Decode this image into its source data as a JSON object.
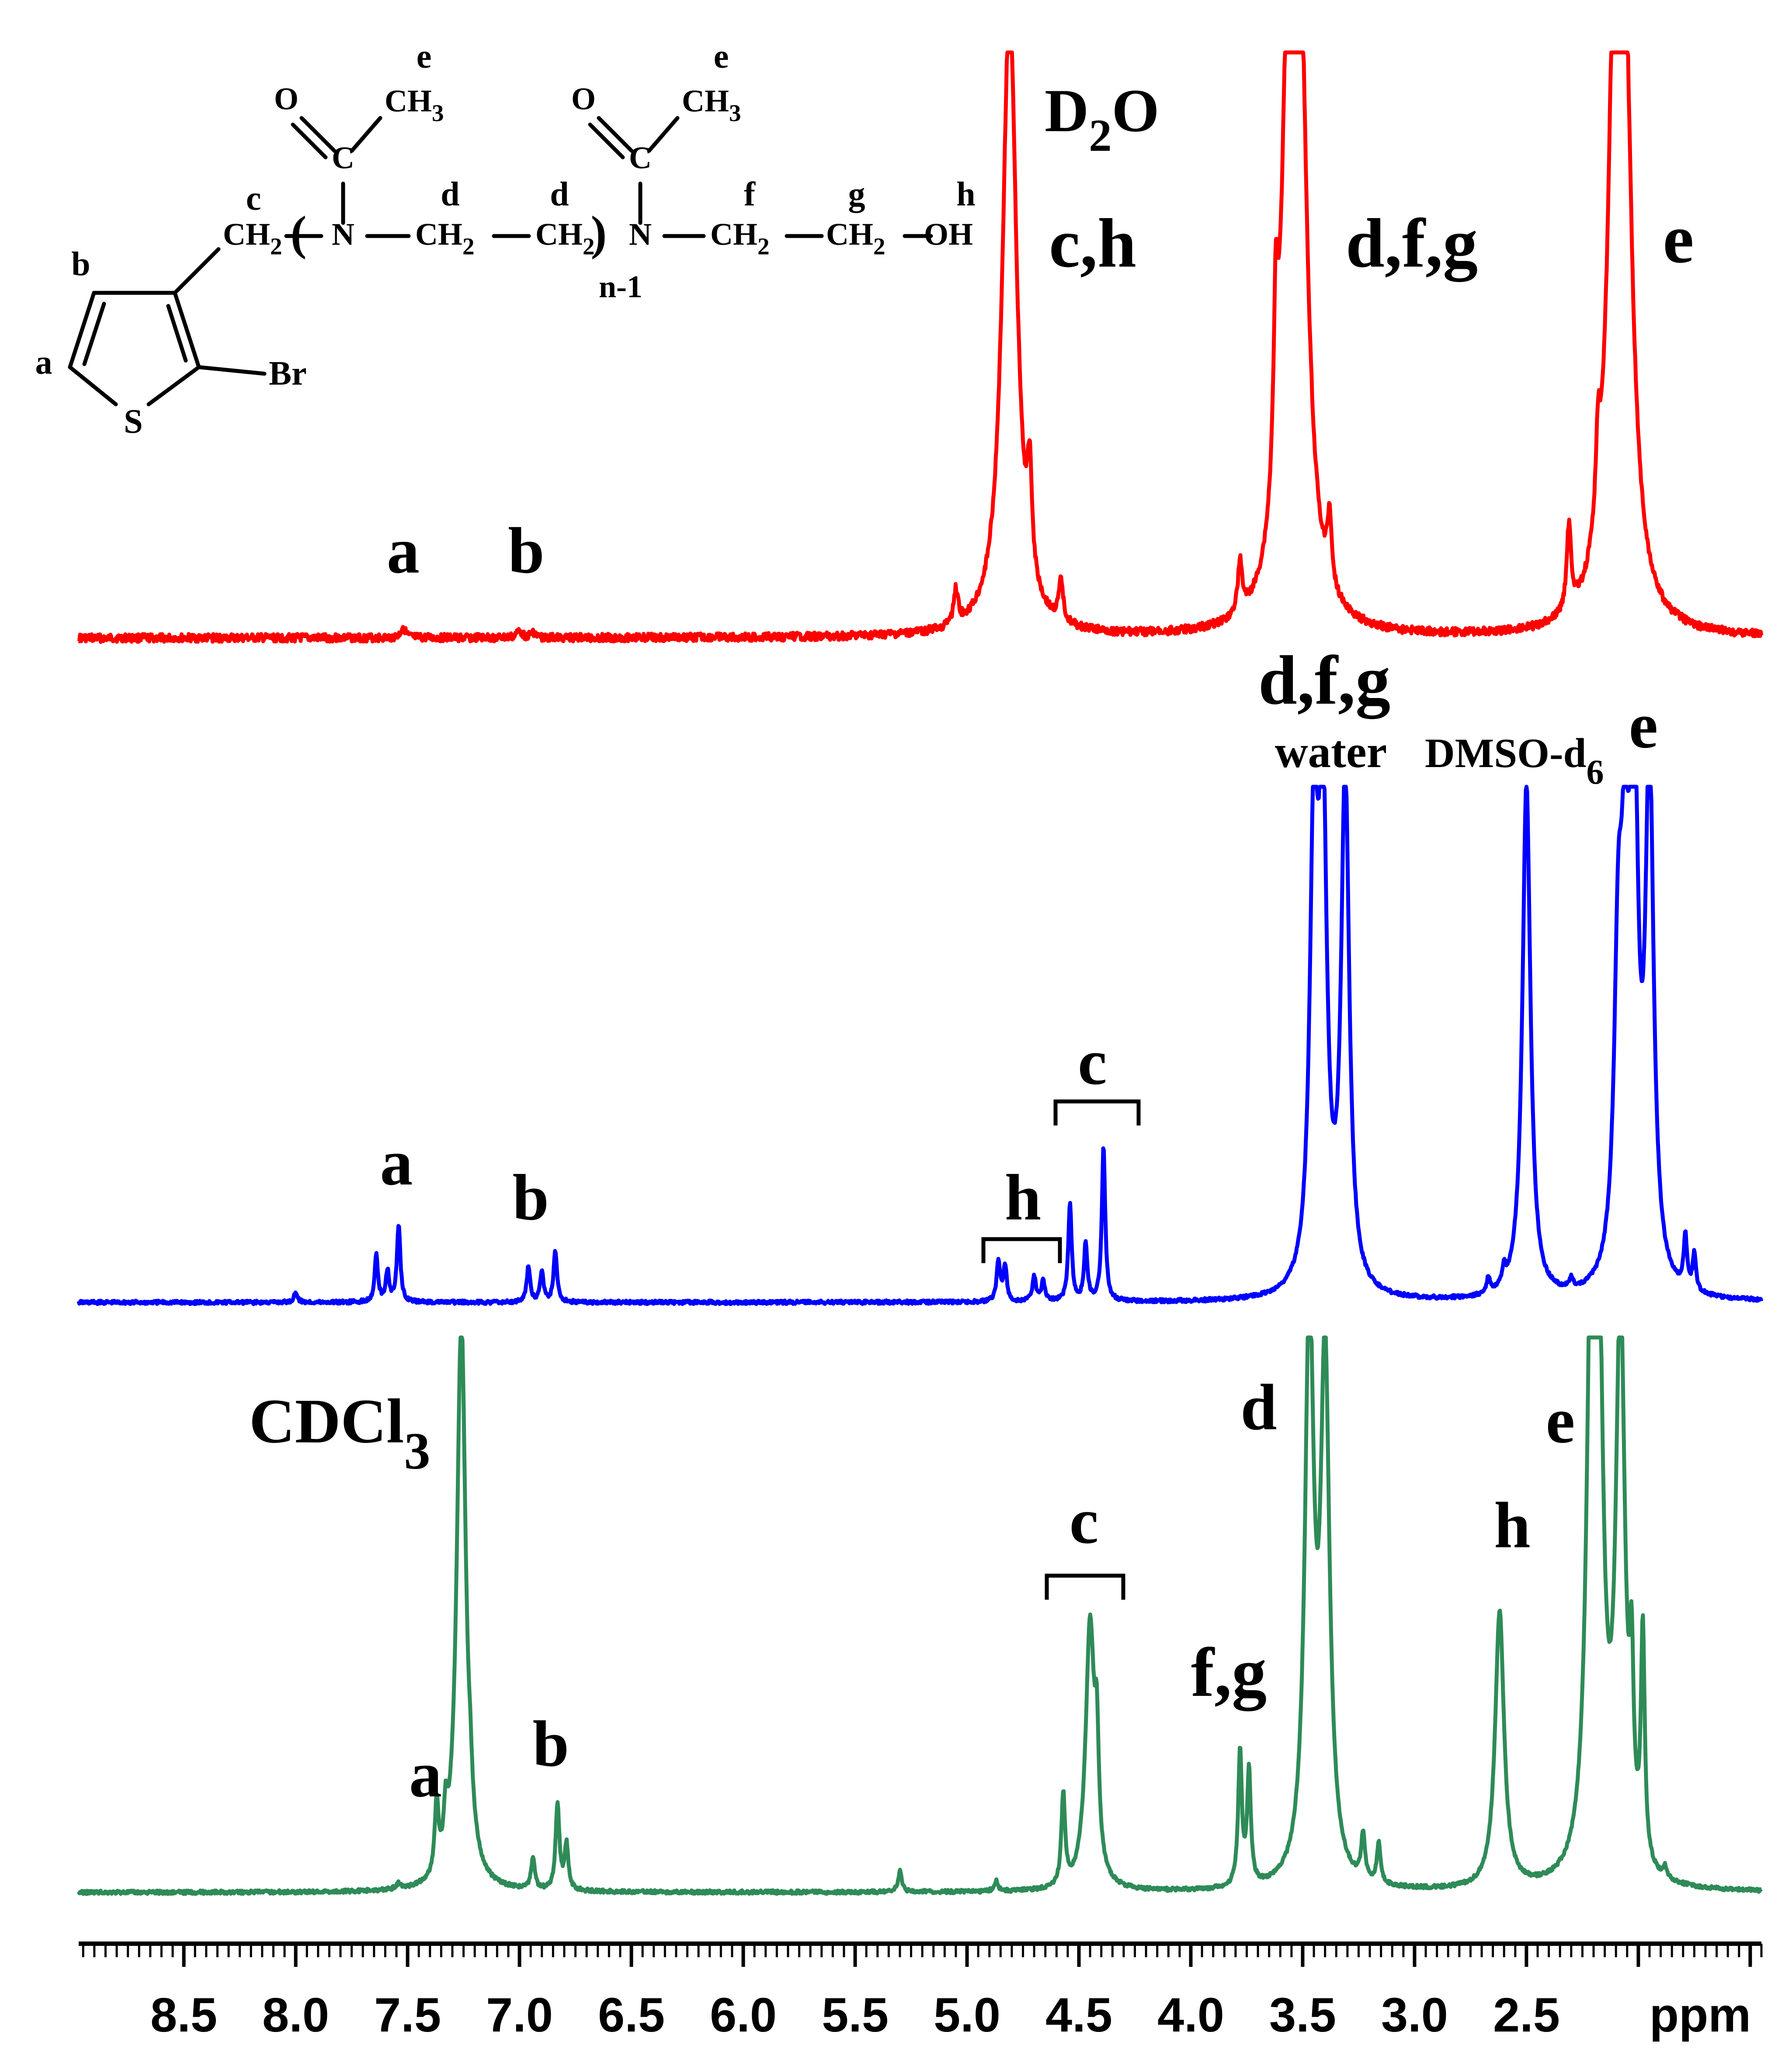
{
  "chart_data": {
    "type": "line",
    "title": "",
    "xlabel": "ppm",
    "ylabel": "",
    "x_axis": {
      "reversed": true,
      "xlim": [
        8.97,
        1.45
      ],
      "ticks": [
        8.5,
        8.0,
        7.5,
        7.0,
        6.5,
        6.0,
        5.5,
        5.0,
        4.5,
        4.0,
        3.5,
        3.0,
        2.5
      ],
      "tick_labels": [
        "8.5",
        "8.0",
        "7.5",
        "7.0",
        "6.5",
        "6.0",
        "5.5",
        "5.0",
        "4.5",
        "4.0",
        "3.5",
        "3.0",
        "2.5"
      ],
      "unit_label": "ppm"
    },
    "grid": false,
    "legend": "none",
    "series": [
      {
        "color": "#ff0000",
        "solvent_label": "D2O",
        "peaks": [
          {
            "x": 7.52,
            "h": 0.02
          },
          {
            "x": 7.0,
            "h": 0.015
          },
          {
            "x": 6.94,
            "h": 0.01
          },
          {
            "x": 5.05,
            "h": 0.06
          },
          {
            "x": 4.81,
            "h": 1.12
          },
          {
            "x": 4.72,
            "h": 0.18
          },
          {
            "x": 4.58,
            "h": 0.07
          },
          {
            "x": 3.78,
            "h": 0.09
          },
          {
            "x": 3.62,
            "h": 0.3
          },
          {
            "x": 3.56,
            "h": 1.05
          },
          {
            "x": 3.51,
            "h": 0.85
          },
          {
            "x": 3.38,
            "h": 0.12
          },
          {
            "x": 2.31,
            "h": 0.15
          },
          {
            "x": 2.18,
            "h": 0.15
          },
          {
            "x": 2.1,
            "h": 1.1
          },
          {
            "x": 2.06,
            "h": 0.75
          }
        ],
        "annotations": [
          {
            "text": "a",
            "x": 7.52
          },
          {
            "text": "b",
            "x": 6.97
          },
          {
            "text": "c,h",
            "x": 4.61
          },
          {
            "text": "d,f,g",
            "x": 3.15
          },
          {
            "text": "e",
            "x": 1.95
          }
        ]
      },
      {
        "color": "#0000ff",
        "solvent_label": "DMSO-d",
        "solvent_subscript": "6",
        "water_label": "water",
        "peaks": [
          {
            "x": 8.0,
            "h": 0.02
          },
          {
            "x": 7.64,
            "h": 0.09
          },
          {
            "x": 7.59,
            "h": 0.06
          },
          {
            "x": 7.54,
            "h": 0.15
          },
          {
            "x": 6.96,
            "h": 0.07
          },
          {
            "x": 6.9,
            "h": 0.06
          },
          {
            "x": 6.84,
            "h": 0.1
          },
          {
            "x": 4.86,
            "h": 0.08
          },
          {
            "x": 4.83,
            "h": 0.07
          },
          {
            "x": 4.7,
            "h": 0.05
          },
          {
            "x": 4.66,
            "h": 0.04
          },
          {
            "x": 4.54,
            "h": 0.19
          },
          {
            "x": 4.47,
            "h": 0.11
          },
          {
            "x": 4.39,
            "h": 0.3
          },
          {
            "x": 3.45,
            "h": 0.85
          },
          {
            "x": 3.41,
            "h": 0.9
          },
          {
            "x": 3.31,
            "h": 1.0
          },
          {
            "x": 2.67,
            "h": 0.03
          },
          {
            "x": 2.6,
            "h": 0.03
          },
          {
            "x": 2.5,
            "h": 1.0
          },
          {
            "x": 2.3,
            "h": 0.02
          },
          {
            "x": 2.09,
            "h": 0.55
          },
          {
            "x": 2.06,
            "h": 0.6
          },
          {
            "x": 2.02,
            "h": 1.0
          },
          {
            "x": 1.95,
            "h": 1.0
          },
          {
            "x": 1.79,
            "h": 0.1
          },
          {
            "x": 1.75,
            "h": 0.07
          }
        ],
        "annotations": [
          {
            "text": "a",
            "x": 7.55
          },
          {
            "text": "b",
            "x": 6.95
          },
          {
            "text": "h",
            "x": 4.75
          },
          {
            "text": "c",
            "x": 4.44
          },
          {
            "text": "d,f,g",
            "x": 3.68
          },
          {
            "text": "e",
            "x": 1.98
          }
        ]
      },
      {
        "color": "#2e8b57",
        "solvent_label": "CDCl",
        "solvent_subscript": "3",
        "peaks": [
          {
            "x": 7.54,
            "h": 0.01
          },
          {
            "x": 7.37,
            "h": 0.14
          },
          {
            "x": 7.33,
            "h": 0.09
          },
          {
            "x": 7.26,
            "h": 1.12
          },
          {
            "x": 7.22,
            "h": 0.06
          },
          {
            "x": 6.94,
            "h": 0.06
          },
          {
            "x": 6.83,
            "h": 0.17
          },
          {
            "x": 6.79,
            "h": 0.09
          },
          {
            "x": 5.3,
            "h": 0.04
          },
          {
            "x": 4.87,
            "h": 0.02
          },
          {
            "x": 4.57,
            "h": 0.18
          },
          {
            "x": 4.45,
            "h": 0.52
          },
          {
            "x": 4.42,
            "h": 0.2
          },
          {
            "x": 3.78,
            "h": 0.26
          },
          {
            "x": 3.74,
            "h": 0.22
          },
          {
            "x": 3.47,
            "h": 1.1
          },
          {
            "x": 3.4,
            "h": 1.0
          },
          {
            "x": 3.23,
            "h": 0.09
          },
          {
            "x": 3.16,
            "h": 0.08
          },
          {
            "x": 2.62,
            "h": 0.54
          },
          {
            "x": 2.21,
            "h": 1.0
          },
          {
            "x": 2.18,
            "h": 1.05
          },
          {
            "x": 2.08,
            "h": 1.1
          },
          {
            "x": 2.03,
            "h": 0.3
          },
          {
            "x": 1.98,
            "h": 0.45
          },
          {
            "x": 1.88,
            "h": 0.02
          }
        ],
        "annotations": [
          {
            "text": "a",
            "x": 7.42
          },
          {
            "text": "b",
            "x": 6.86
          },
          {
            "text": "c",
            "x": 4.5
          },
          {
            "text": "f,g",
            "x": 3.83
          },
          {
            "text": "d",
            "x": 3.68
          },
          {
            "text": "h",
            "x": 2.65
          },
          {
            "text": "e",
            "x": 2.32
          }
        ]
      }
    ]
  },
  "structure": {
    "labels": {
      "a": "a",
      "b": "b",
      "c": "c",
      "d": "d",
      "e": "e",
      "f": "f",
      "g": "g",
      "h": "h",
      "o": "O",
      "ch3": "CH",
      "c_atom": "C",
      "n": "N",
      "ch2": "CH",
      "oh": "OH",
      "s": "S",
      "br": "Br",
      "repeat": "n-1",
      "sub2": "2",
      "sub3": "3"
    }
  }
}
